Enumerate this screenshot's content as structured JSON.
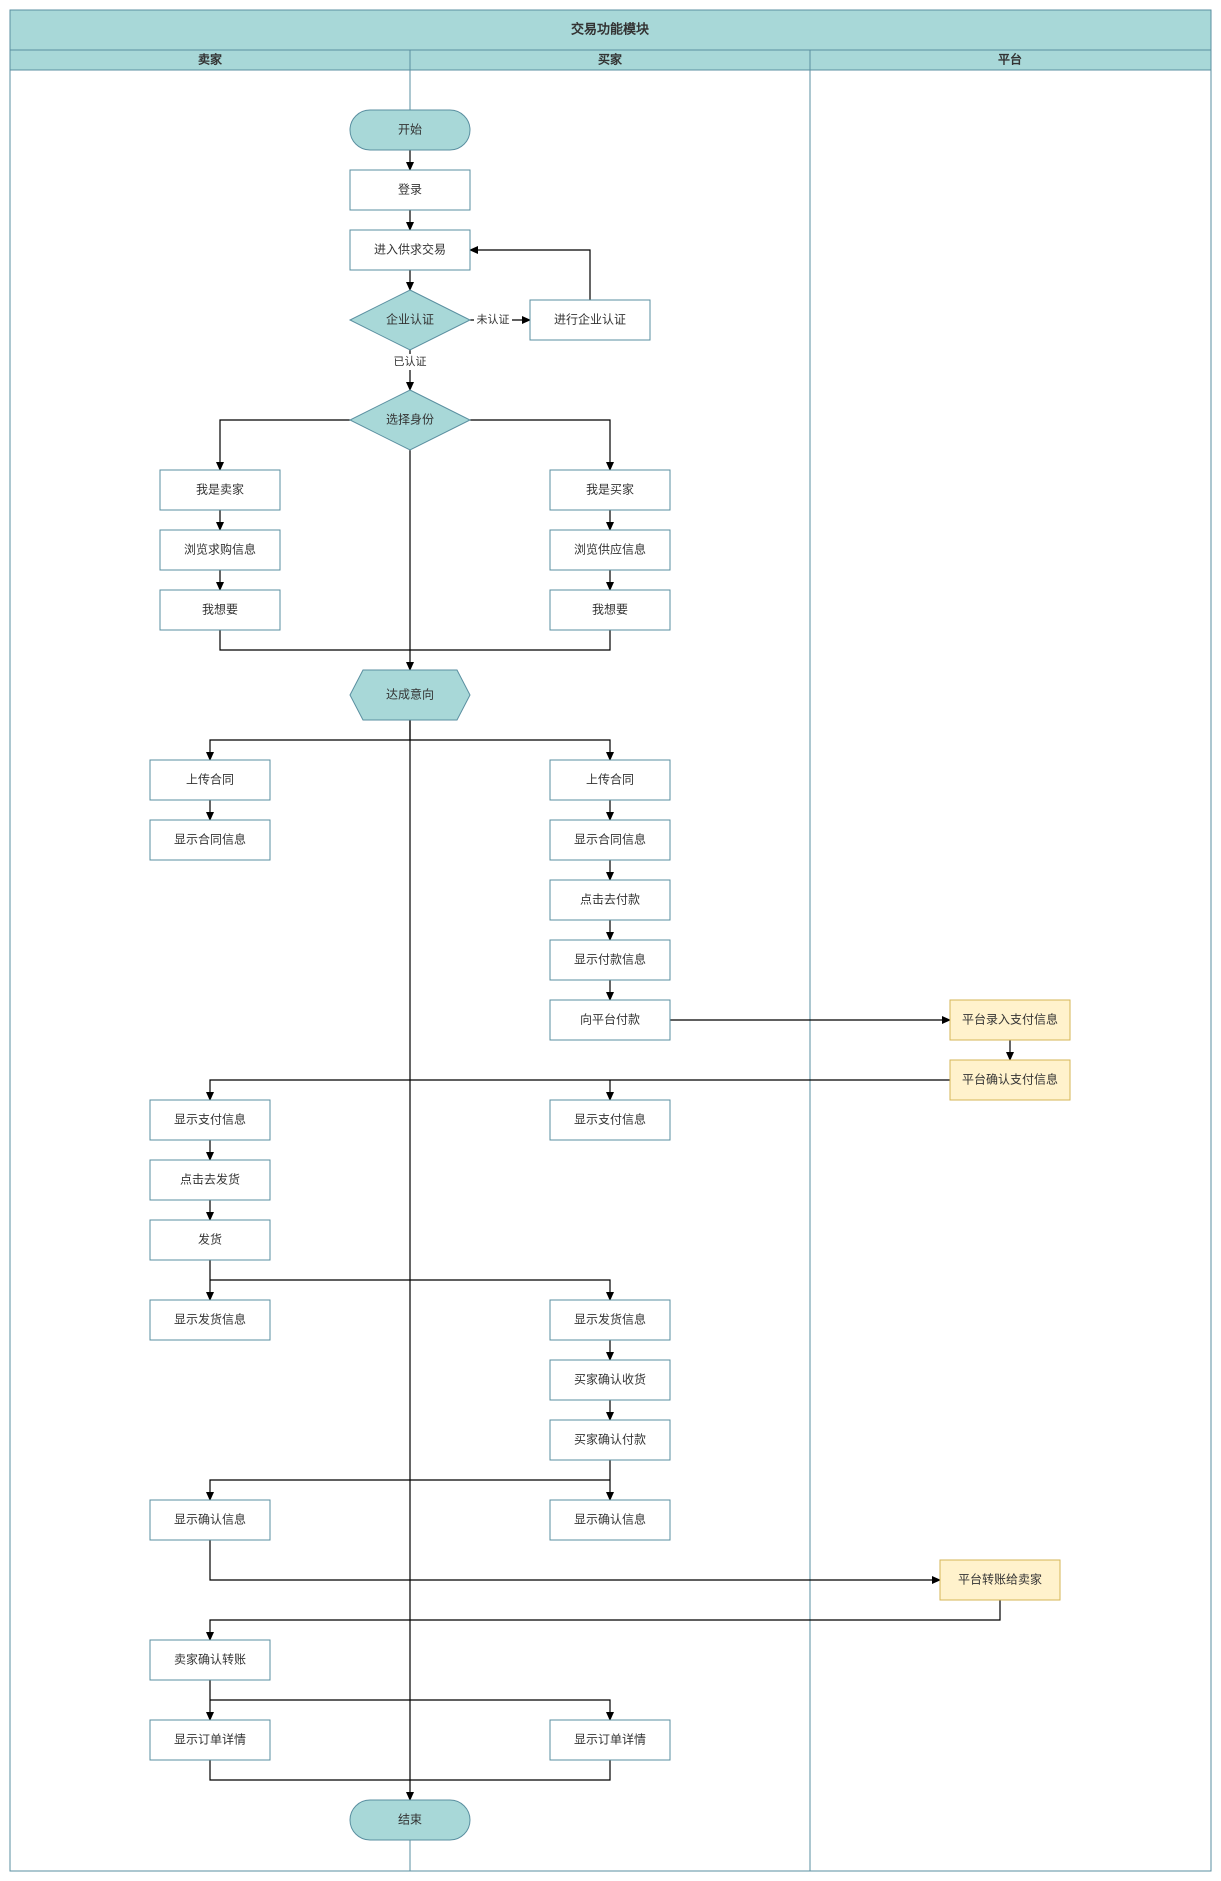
{
  "title": "交易功能模块",
  "lanes": [
    "卖家",
    "买家",
    "平台"
  ],
  "colors": {
    "header_fill": "#a8d8d8",
    "border": "#5a8fa0",
    "terminal_fill": "#a8d8d8",
    "box_stroke": "#5a8fa0",
    "platform_fill": "#fff2cc",
    "platform_stroke": "#d6b656",
    "edge": "#000000"
  },
  "nodes": {
    "start": "开始",
    "login": "登录",
    "enter": "进入供求交易",
    "auth": "企业认证",
    "do_auth": "进行企业认证",
    "choose": "选择身份",
    "seller": "我是卖家",
    "browse_buy": "浏览求购信息",
    "want_s": "我想要",
    "buyer": "我是买家",
    "browse_supply": "浏览供应信息",
    "want_b": "我想要",
    "intent": "达成意向",
    "upload_s": "上传合同",
    "contract_s": "显示合同信息",
    "upload_b": "上传合同",
    "contract_b": "显示合同信息",
    "click_pay": "点击去付款",
    "pay_info": "显示付款信息",
    "pay_platform": "向平台付款",
    "plat_record": "平台录入支付信息",
    "plat_confirm": "平台确认支付信息",
    "paid_s": "显示支付信息",
    "paid_b": "显示支付信息",
    "click_ship": "点击去发货",
    "ship": "发货",
    "ship_info_s": "显示发货信息",
    "ship_info_b": "显示发货信息",
    "confirm_recv": "买家确认收货",
    "confirm_pay": "买家确认付款",
    "confirm_s": "显示确认信息",
    "confirm_b": "显示确认信息",
    "plat_transfer": "平台转账给卖家",
    "seller_confirm": "卖家确认转账",
    "order_s": "显示订单详情",
    "order_b": "显示订单详情",
    "end": "结束"
  },
  "edge_labels": {
    "not_auth": "未认证",
    "authed": "已认证"
  }
}
